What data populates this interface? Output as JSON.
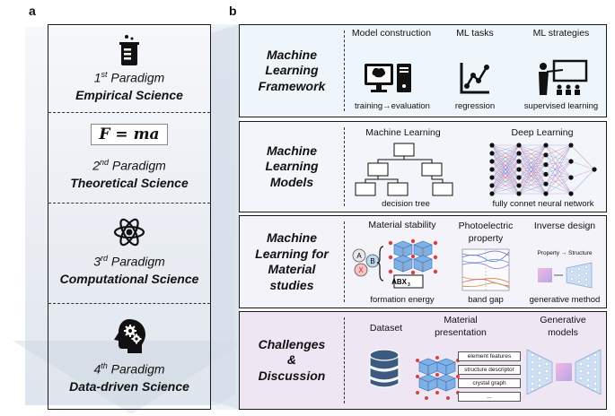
{
  "panel_a": {
    "letter": "a",
    "paradigms": [
      {
        "ordinal": "1",
        "suffix": "st",
        "word": "Paradigm",
        "name": "Empirical Science",
        "icon": "beaker-icon"
      },
      {
        "ordinal": "2",
        "suffix": "nd",
        "word": "Paradigm",
        "name": "Theoretical Science",
        "icon": "formula",
        "formula": "F = ma"
      },
      {
        "ordinal": "3",
        "suffix": "rd",
        "word": "Paradigm",
        "name": "Computational Science",
        "icon": "atom-icon"
      },
      {
        "ordinal": "4",
        "suffix": "th",
        "word": "Paradigm",
        "name": "Data-driven Science",
        "icon": "brain-gear-icon"
      }
    ]
  },
  "panel_b": {
    "letter": "b",
    "rows": [
      {
        "title": "Machine Learning Framework",
        "items": [
          {
            "label": "Model construction",
            "caption": "training→evaluation",
            "icon": "computer-brain-icon"
          },
          {
            "label": "ML tasks",
            "caption": "regression",
            "icon": "line-chart-icon"
          },
          {
            "label": "ML strategies",
            "caption": "supervised learning",
            "icon": "teacher-board-icon"
          }
        ]
      },
      {
        "title": "Machine Learning Models",
        "items": [
          {
            "label": "Machine Learning",
            "caption": "decision tree",
            "icon": "decision-tree-icon"
          },
          {
            "label": "Deep Learning",
            "caption": "fully connet neural network",
            "icon": "neural-network-icon"
          }
        ]
      },
      {
        "title": "Machine Learning for Material studies",
        "items": [
          {
            "label": "Material stability",
            "caption": "formation energy",
            "icon": "perovskite-icon",
            "inner": [
              "A",
              "B",
              "X",
              "ABX",
              "3"
            ]
          },
          {
            "label": "Photoelectric property",
            "caption": "band gap",
            "icon": "band-structure-icon"
          },
          {
            "label": "Inverse design",
            "caption": "generative method",
            "icon": "generative-icon",
            "inner": [
              "Property → Structure"
            ]
          }
        ]
      },
      {
        "title": "Challenges & Discussion",
        "items": [
          {
            "label": "Dataset",
            "caption": "",
            "icon": "database-icon"
          },
          {
            "label": "Material presentation",
            "caption": "",
            "icon": "crystal-icon",
            "tags": [
              "element features",
              "structure descriptor",
              "crystal graph",
              "..."
            ]
          },
          {
            "label": "Generative models",
            "caption": "",
            "icon": "autoencoder-icon"
          }
        ]
      }
    ]
  },
  "colors": {
    "arrow": "#c9d3e3",
    "row1_bg": "#eef6fb",
    "row2_bg": "#f2f5fa",
    "row3_bg": "#f4f3fa",
    "row4_bg": "#efe6f4",
    "crystal_blue": "#6a9ed8",
    "atom_red": "#d84040"
  }
}
